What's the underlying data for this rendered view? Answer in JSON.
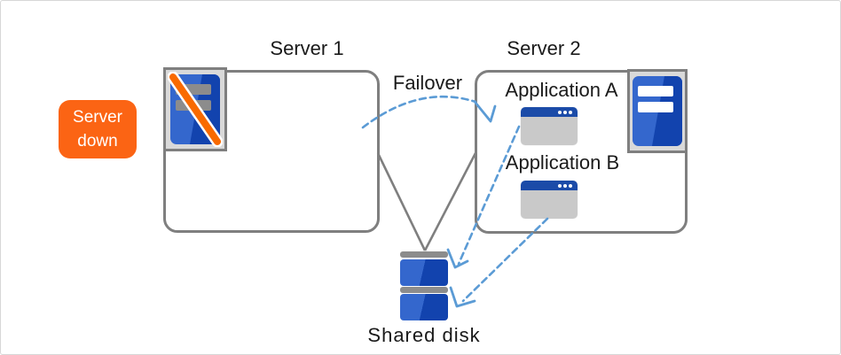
{
  "diagram": {
    "badge": {
      "line1": "Server",
      "line2": "down"
    },
    "servers": [
      {
        "label": "Server 1",
        "status": "down"
      },
      {
        "label": "Server 2",
        "status": "active",
        "applications": [
          "Application A",
          "Application B"
        ]
      }
    ],
    "labels": {
      "failover": "Failover",
      "shared_disk": "Shared disk"
    },
    "icons": {
      "server_down": "server-down-icon",
      "server_active": "server-icon",
      "application_window": "app-window-icon",
      "shared_disk": "disk-stack-icon",
      "failover_arrow": "dashed-arc-arrow-icon",
      "app_to_disk_arrow": "dashed-arrow-icon",
      "down_slash": "orange-slash-icon"
    },
    "colors": {
      "badge_orange": "#fb6414",
      "slash_orange": "#f96a00",
      "box_border_gray": "#7f7f7f",
      "icon_panel_gray": "#d9d9d9",
      "server_blue_light": "#3467cd",
      "server_blue_dark": "#1243ae",
      "window_title_blue": "#1b4ba8",
      "window_body_gray": "#c9c9c9",
      "disk_cap_gray": "#8c8c8c",
      "arrow_blue": "#5b9bd5",
      "text_black": "#1a1a1a",
      "canvas_border": "#d7d7d7"
    }
  }
}
